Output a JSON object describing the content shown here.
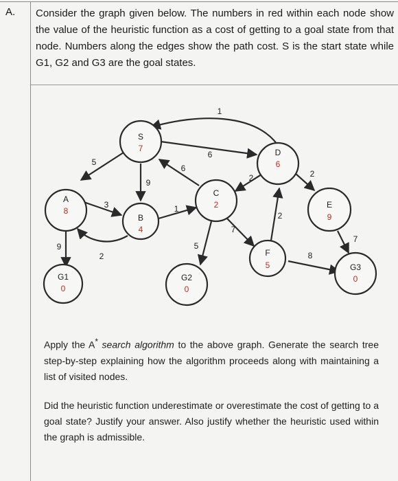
{
  "section": {
    "label": "A."
  },
  "intro": {
    "text": "Consider the graph given below. The numbers in red within each node show the value of the heuristic function as a cost of getting to a goal state from that node. Numbers along the edges show the path cost. S is the start state while G1, G2 and G3 are the goal states."
  },
  "graph": {
    "nodes": {
      "S": {
        "name": "S",
        "h": "7"
      },
      "A": {
        "name": "A",
        "h": "8"
      },
      "B": {
        "name": "B",
        "h": "4"
      },
      "C": {
        "name": "C",
        "h": "2"
      },
      "D": {
        "name": "D",
        "h": "6"
      },
      "E": {
        "name": "E",
        "h": "9"
      },
      "F": {
        "name": "F",
        "h": "5"
      },
      "G1": {
        "name": "G1",
        "h": "0"
      },
      "G2": {
        "name": "G2",
        "h": "0"
      },
      "G3": {
        "name": "G3",
        "h": "0"
      }
    },
    "edges": {
      "S_A": "5",
      "S_B": "9",
      "S_D": "6",
      "D_S": "1",
      "A_G1": "9",
      "A_B": "3",
      "B_A": "2",
      "B_C": "1",
      "C_S": "6",
      "C_G2": "5",
      "C_F": "7",
      "D_C": "2",
      "F_D": "2",
      "D_E": "2",
      "F_G3": "8",
      "E_G3": "7"
    }
  },
  "question1": {
    "pre": "Apply the A",
    "sup": "*",
    "italic": " search algorithm",
    "post": " to the above graph. Generate the search tree step-by-step explaining how the algorithm proceeds along with maintaining a list of visited nodes."
  },
  "question2": {
    "text": "Did the heuristic function underestimate or overestimate the cost of getting to a goal state? Justify your answer. Also justify whether the heuristic used within the graph is admissible."
  }
}
